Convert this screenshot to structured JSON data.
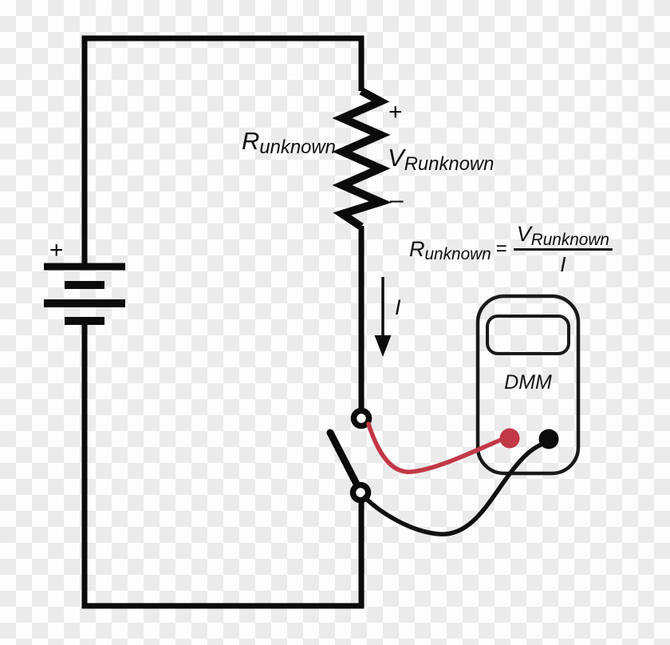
{
  "colors": {
    "line": "#0b0b0b",
    "red_lead": "#c23846",
    "checker_light": "#fdfdfd",
    "checker_dark": "#ebebeb"
  },
  "labels": {
    "battery_plus": "+",
    "resistor": {
      "base": "R",
      "sub": "unknown"
    },
    "voltage_plus": "+",
    "voltage": {
      "base": "V",
      "sub": "Runknown"
    },
    "voltage_minus": "–",
    "current": "I",
    "meter": "DMM"
  },
  "formula": {
    "lhs": {
      "base": "R",
      "sub": "unknown"
    },
    "equals": "=",
    "numerator": {
      "base": "V",
      "sub": "Runknown"
    },
    "denominator": "I"
  }
}
